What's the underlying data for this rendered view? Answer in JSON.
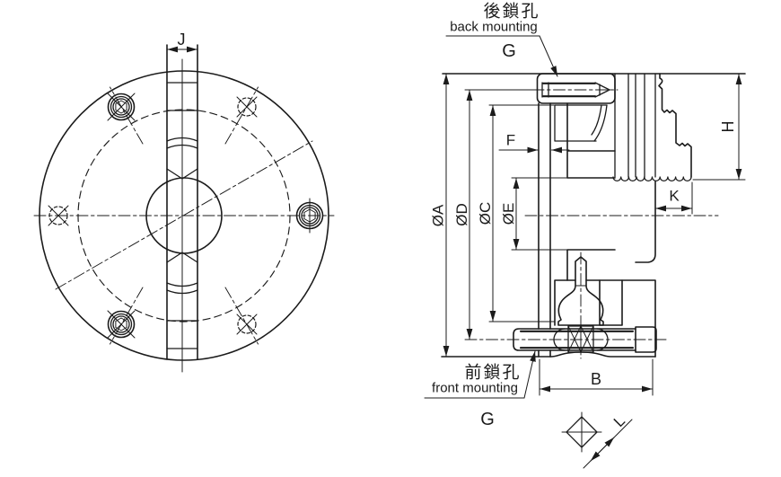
{
  "drawing": {
    "background": "#ffffff",
    "line_color": "#1b1b1b",
    "labels": {
      "j": "J",
      "dia_a": "ØA",
      "dia_d": "ØD",
      "dia_c": "ØC",
      "dia_e": "ØE",
      "f": "F",
      "h": "H",
      "k": "K",
      "b": "B",
      "l": "L",
      "g_back": "G",
      "g_front": "G"
    },
    "annotations": {
      "back_mounting_zh": "後鎖孔",
      "back_mounting_en": "back mounting",
      "front_mounting_zh": "前鎖孔",
      "front_mounting_en": "front mounting"
    }
  }
}
